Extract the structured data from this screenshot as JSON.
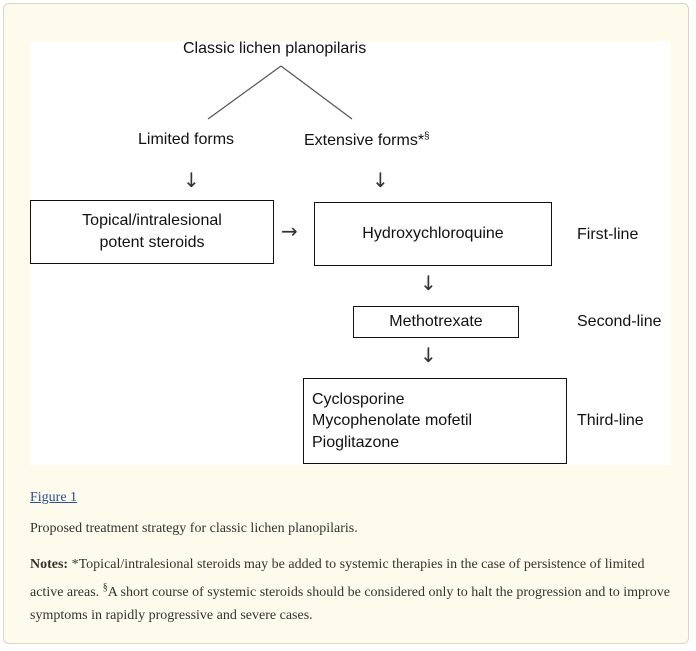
{
  "diagram": {
    "root": "Classic lichen planopilaris",
    "limited": "Limited forms",
    "extensive": "Extensive forms*",
    "extensive_mark": "§",
    "topical_line1": "Topical/intralesional",
    "topical_line2": "potent steroids",
    "hydroxy": "Hydroxychloroquine",
    "methotrexate": "Methotrexate",
    "third_items": [
      "Cyclosporine",
      "Mycophenolate mofetil",
      "Pioglitazone"
    ],
    "first_line": "First-line",
    "second_line": "Second-line",
    "third_line": "Third-line",
    "arrow_down": "↓",
    "arrow_right": "→"
  },
  "caption": {
    "figure_link": "Figure 1",
    "text": "Proposed treatment strategy for classic lichen planopilaris.",
    "notes_label": "Notes:",
    "notes_part1": " *Topical/intralesional steroids may be added to systemic therapies in the case of persistence of limited active areas. ",
    "notes_mark": "§",
    "notes_part2": "A short course of systemic steroids should be considered only to halt the progression and to improve symptoms in rapidly progressive and severe cases."
  }
}
